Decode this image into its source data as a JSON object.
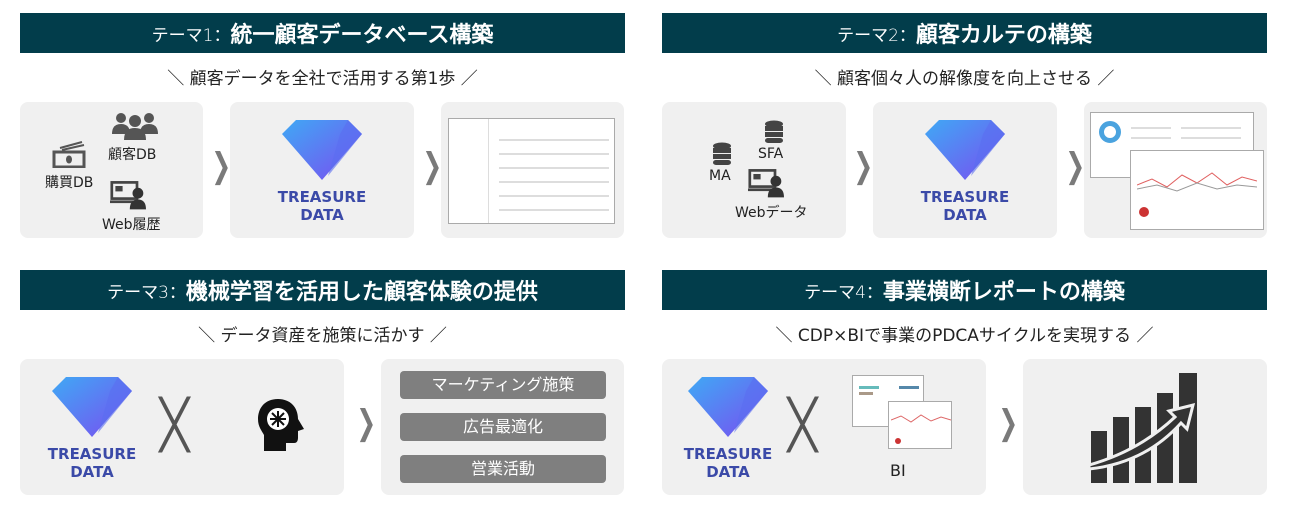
{
  "themes": [
    {
      "prefix": "テーマ1：",
      "title": "統一顧客データベース構築",
      "subtitle": "＼ 顧客データを全社で活用する第1歩 ／",
      "sources": [
        "顧客DB",
        "購買DB",
        "Web履歴"
      ]
    },
    {
      "prefix": "テーマ2：",
      "title": "顧客カルテの構築",
      "subtitle": "＼ 顧客個々人の解像度を向上させる ／",
      "sources": [
        "SFA",
        "MA",
        "Webデータ"
      ]
    },
    {
      "prefix": "テーマ3：",
      "title": "機械学習を活用した顧客体験の提供",
      "subtitle": "＼ データ資産を施策に活かす ／",
      "outputs": [
        "マーケティング施策",
        "広告最適化",
        "営業活動"
      ]
    },
    {
      "prefix": "テーマ4：",
      "title": "事業横断レポートの構築",
      "subtitle": "＼ CDP×BIで事業のPDCAサイクルを実現する ／",
      "bi_label": "BI"
    }
  ],
  "logo": {
    "line1": "TREASURE",
    "line2": "DATA"
  },
  "colors": {
    "header": "#023d4b",
    "panel": "#f0f0f0",
    "pill": "#7f7f7f",
    "logo": "#3b4aa8"
  }
}
